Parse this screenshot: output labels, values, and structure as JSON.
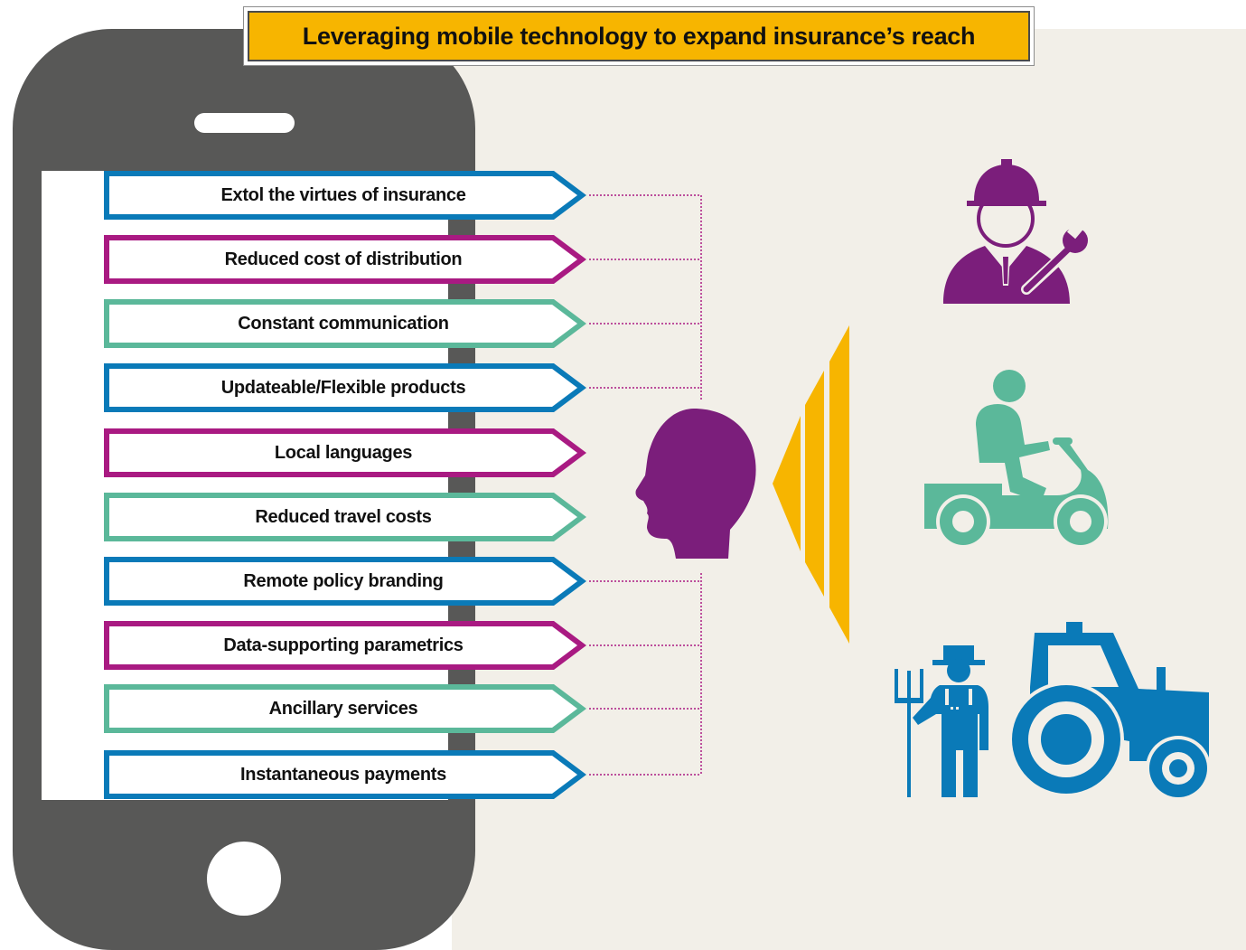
{
  "title": "Leveraging mobile technology to expand insurance’s reach",
  "colors": {
    "blue": "#0a7ab8",
    "magenta": "#a91a82",
    "green": "#5bb89a",
    "purple": "#7b1e7b",
    "yellow": "#f7b500",
    "phone": "#585857",
    "background": "#f2efe8"
  },
  "benefits": [
    {
      "label": "Extol the virtues of insurance",
      "color": "blue"
    },
    {
      "label": "Reduced cost of distribution",
      "color": "magenta"
    },
    {
      "label": "Constant communication",
      "color": "green"
    },
    {
      "label": "Updateable/Flexible products",
      "color": "blue"
    },
    {
      "label": "Local languages",
      "color": "magenta"
    },
    {
      "label": "Reduced travel costs",
      "color": "green"
    },
    {
      "label": "Remote policy branding",
      "color": "blue"
    },
    {
      "label": "Data-supporting parametrics",
      "color": "magenta"
    },
    {
      "label": "Ancillary services",
      "color": "green"
    },
    {
      "label": "Instantaneous payments",
      "color": "blue"
    }
  ],
  "icons": {
    "head": "head-silhouette-icon",
    "megaphone": "signal-cone-icon",
    "worker": "engineer-worker-icon",
    "scooter": "scooter-rider-icon",
    "farmer": "farmer-icon",
    "tractor": "tractor-icon"
  }
}
